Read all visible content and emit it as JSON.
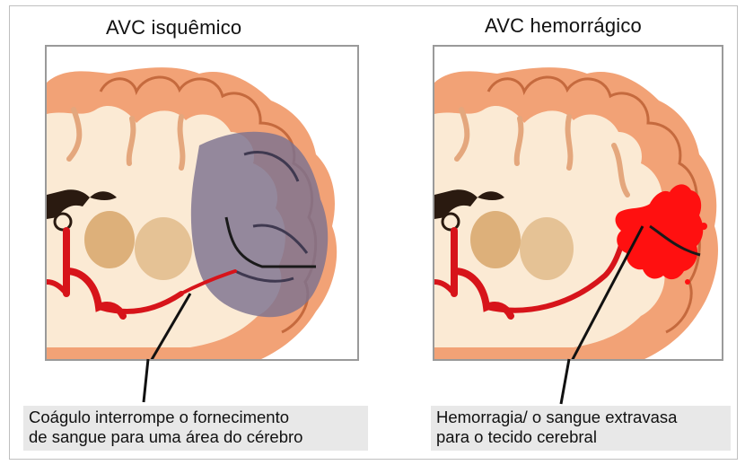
{
  "panels": [
    {
      "title": "AVC isquêmico",
      "caption_line1": "Coágulo interrompe o fornecimento",
      "caption_line2": "de sangue para uma área do cérebro"
    },
    {
      "title": "AVC hemorrágico",
      "caption_line1": "Hemorragia/ o sangue extravasa",
      "caption_line2": "para o tecido cerebral"
    }
  ],
  "colors": {
    "cortex": "#f2a276",
    "white_matter": "#fbead4",
    "ventricle": "#2a1a10",
    "nuclei": "#d7a66a",
    "artery": "#d7141a",
    "ischemic_zone": "#7d7390",
    "hemorrhage": "#ff1010",
    "pointer": "#111111"
  }
}
